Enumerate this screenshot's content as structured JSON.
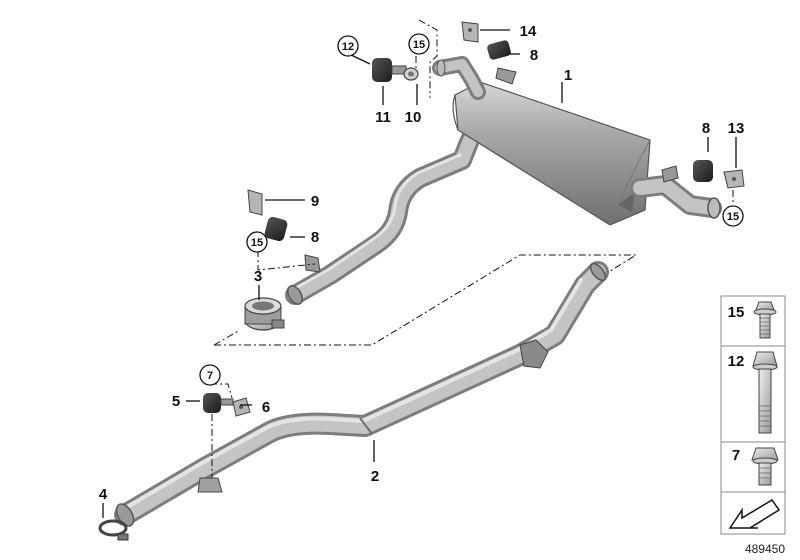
{
  "labels": {
    "p1": "1",
    "p2": "2",
    "p3": "3",
    "p4": "4",
    "p5": "5",
    "p6": "6",
    "p7": "7",
    "p8a": "8",
    "p8b": "8",
    "p8c": "8",
    "p9": "9",
    "p10": "10",
    "p11": "11",
    "p12": "12",
    "p13": "13",
    "p14": "14",
    "p15a": "15",
    "p15b": "15",
    "p15c": "15"
  },
  "legend": {
    "items": [
      {
        "number": "15",
        "icon": "flange-bolt-icon"
      },
      {
        "number": "12",
        "icon": "long-hex-bolt-icon"
      },
      {
        "number": "7",
        "icon": "hex-bolt-icon"
      }
    ],
    "arrow_icon": "direction-arrow-icon"
  },
  "doc_id": "489450",
  "colors": {
    "line": "#111111",
    "pipe_dark": "#7d7d7d",
    "pipe_light": "#c4c4c4",
    "part_dark": "#3a3a3a"
  }
}
